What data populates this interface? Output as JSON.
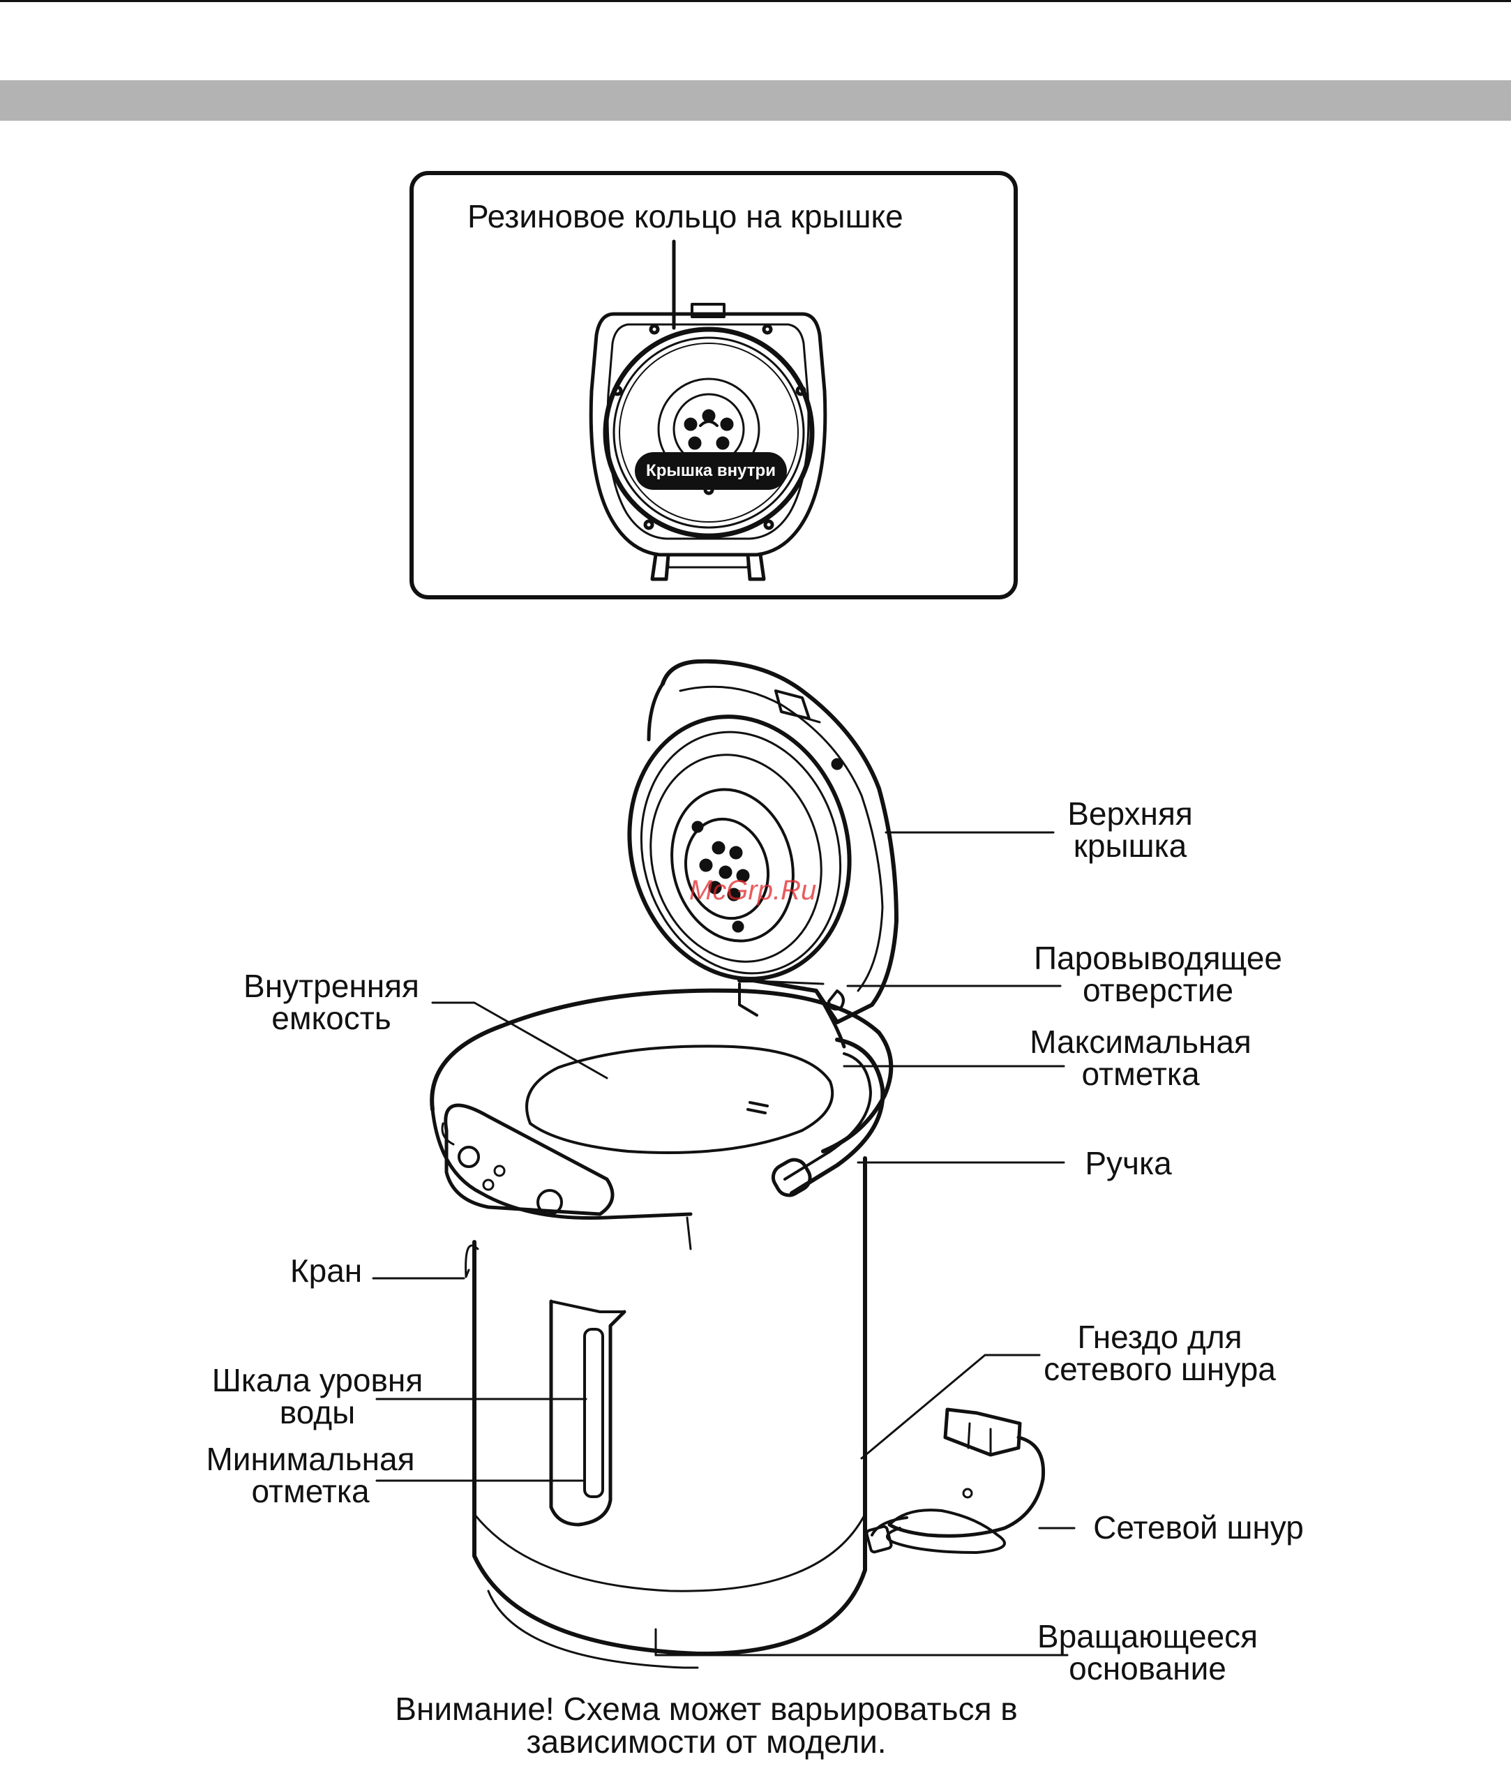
{
  "inset": {
    "title": "Резиновое кольцо на крышке",
    "badge": "Крышка внутри"
  },
  "labels": {
    "top_lid": [
      "Верхняя",
      "крышка"
    ],
    "steam_vent": [
      "Паровыводящее",
      "отверстие"
    ],
    "max_mark": [
      "Максимальная",
      "отметка"
    ],
    "handle": "Ручка",
    "inner_tank": [
      "Внутренняя",
      "емкость"
    ],
    "spout": "Кран",
    "water_gauge": [
      "Шкала уровня",
      "воды"
    ],
    "min_mark": [
      "Минимальная",
      "отметка"
    ],
    "cord_socket": [
      "Гнездо для",
      "сетевого шнура"
    ],
    "power_cord": "Сетевой шнур",
    "rotating_base": [
      "Вращающееся",
      "основание"
    ]
  },
  "watermark": "McGrp.Ru",
  "note": [
    "Внимание! Схема может варьироваться в",
    "зависимости от модели."
  ]
}
